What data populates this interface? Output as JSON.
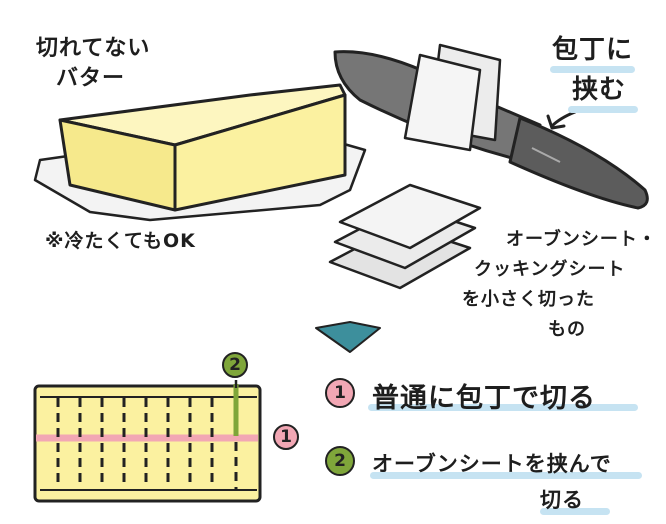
{
  "labels": {
    "uncut_butter_line1": "切れてない",
    "uncut_butter_line2": "バター",
    "sandwich_knife_line1": "包丁に",
    "sandwich_knife_line2": "挟む",
    "cold_ok": "※冷たくてもOK",
    "sheets_line1": "オーブンシート・",
    "sheets_line2": "クッキングシート",
    "sheets_line3": "を小さく切った",
    "sheets_line4": "もの"
  },
  "steps": [
    {
      "number": "1",
      "text": "普通に包丁で切る",
      "color": "#f2a7b4"
    },
    {
      "number": "2",
      "text_line1": "オーブンシートを挟んで",
      "text_line2": "切る",
      "color": "#7fa63a"
    }
  ],
  "colors": {
    "butter": "#fbf1a0",
    "butter_dark": "#e8d96a",
    "knife_blade": "#6f6f6f",
    "knife_handle": "#5c5c5c",
    "paper": "#e9e9e9",
    "arrow": "#3d8f9c",
    "highlight": "#c6e3f2"
  },
  "icons": {
    "butter_block": "butter-block-icon",
    "knife": "knife-icon",
    "sheets": "baking-sheets-icon",
    "arrow": "down-arrow-icon",
    "sliced_butter": "sliced-butter-icon"
  }
}
